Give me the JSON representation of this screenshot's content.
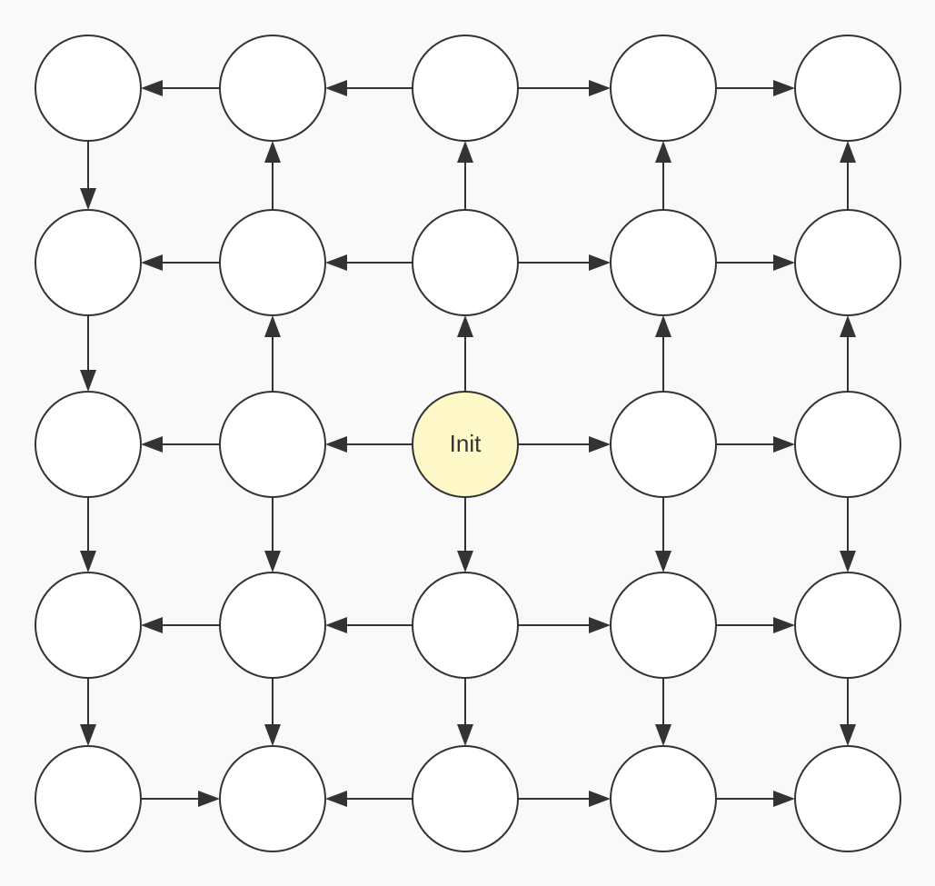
{
  "diagram": {
    "rows": 5,
    "cols": 5,
    "colors": {
      "node_fill": "#ffffff",
      "highlight_fill": "#fff9c9",
      "stroke": "#333333",
      "background": "#f9f9f9"
    },
    "nodes": [
      {
        "id": "n-0-0",
        "row": 0,
        "col": 0,
        "label": ""
      },
      {
        "id": "n-0-1",
        "row": 0,
        "col": 1,
        "label": ""
      },
      {
        "id": "n-0-2",
        "row": 0,
        "col": 2,
        "label": ""
      },
      {
        "id": "n-0-3",
        "row": 0,
        "col": 3,
        "label": ""
      },
      {
        "id": "n-0-4",
        "row": 0,
        "col": 4,
        "label": ""
      },
      {
        "id": "n-1-0",
        "row": 1,
        "col": 0,
        "label": ""
      },
      {
        "id": "n-1-1",
        "row": 1,
        "col": 1,
        "label": ""
      },
      {
        "id": "n-1-2",
        "row": 1,
        "col": 2,
        "label": ""
      },
      {
        "id": "n-1-3",
        "row": 1,
        "col": 3,
        "label": ""
      },
      {
        "id": "n-1-4",
        "row": 1,
        "col": 4,
        "label": ""
      },
      {
        "id": "n-2-0",
        "row": 2,
        "col": 0,
        "label": ""
      },
      {
        "id": "n-2-1",
        "row": 2,
        "col": 1,
        "label": ""
      },
      {
        "id": "n-2-2",
        "row": 2,
        "col": 2,
        "label": "Init",
        "highlight": true
      },
      {
        "id": "n-2-3",
        "row": 2,
        "col": 3,
        "label": ""
      },
      {
        "id": "n-2-4",
        "row": 2,
        "col": 4,
        "label": ""
      },
      {
        "id": "n-3-0",
        "row": 3,
        "col": 0,
        "label": ""
      },
      {
        "id": "n-3-1",
        "row": 3,
        "col": 1,
        "label": ""
      },
      {
        "id": "n-3-2",
        "row": 3,
        "col": 2,
        "label": ""
      },
      {
        "id": "n-3-3",
        "row": 3,
        "col": 3,
        "label": ""
      },
      {
        "id": "n-3-4",
        "row": 3,
        "col": 4,
        "label": ""
      },
      {
        "id": "n-4-0",
        "row": 4,
        "col": 0,
        "label": ""
      },
      {
        "id": "n-4-1",
        "row": 4,
        "col": 1,
        "label": ""
      },
      {
        "id": "n-4-2",
        "row": 4,
        "col": 2,
        "label": ""
      },
      {
        "id": "n-4-3",
        "row": 4,
        "col": 3,
        "label": ""
      },
      {
        "id": "n-4-4",
        "row": 4,
        "col": 4,
        "label": ""
      }
    ],
    "edges": [
      {
        "from": "n-0-1",
        "to": "n-0-0"
      },
      {
        "from": "n-0-2",
        "to": "n-0-1"
      },
      {
        "from": "n-0-2",
        "to": "n-0-3"
      },
      {
        "from": "n-0-3",
        "to": "n-0-4"
      },
      {
        "from": "n-1-1",
        "to": "n-1-0"
      },
      {
        "from": "n-1-2",
        "to": "n-1-1"
      },
      {
        "from": "n-1-2",
        "to": "n-1-3"
      },
      {
        "from": "n-1-3",
        "to": "n-1-4"
      },
      {
        "from": "n-2-1",
        "to": "n-2-0"
      },
      {
        "from": "n-2-2",
        "to": "n-2-1"
      },
      {
        "from": "n-2-2",
        "to": "n-2-3"
      },
      {
        "from": "n-2-3",
        "to": "n-2-4"
      },
      {
        "from": "n-3-1",
        "to": "n-3-0"
      },
      {
        "from": "n-3-2",
        "to": "n-3-1"
      },
      {
        "from": "n-3-2",
        "to": "n-3-3"
      },
      {
        "from": "n-3-3",
        "to": "n-3-4"
      },
      {
        "from": "n-4-0",
        "to": "n-4-1"
      },
      {
        "from": "n-4-2",
        "to": "n-4-1"
      },
      {
        "from": "n-4-2",
        "to": "n-4-3"
      },
      {
        "from": "n-4-3",
        "to": "n-4-4"
      },
      {
        "from": "n-0-0",
        "to": "n-1-0"
      },
      {
        "from": "n-1-0",
        "to": "n-2-0"
      },
      {
        "from": "n-2-0",
        "to": "n-3-0"
      },
      {
        "from": "n-3-0",
        "to": "n-4-0"
      },
      {
        "from": "n-1-1",
        "to": "n-0-1"
      },
      {
        "from": "n-2-1",
        "to": "n-1-1"
      },
      {
        "from": "n-2-1",
        "to": "n-3-1"
      },
      {
        "from": "n-3-1",
        "to": "n-4-1"
      },
      {
        "from": "n-1-2",
        "to": "n-0-2"
      },
      {
        "from": "n-2-2",
        "to": "n-1-2"
      },
      {
        "from": "n-2-2",
        "to": "n-3-2"
      },
      {
        "from": "n-3-2",
        "to": "n-4-2"
      },
      {
        "from": "n-1-3",
        "to": "n-0-3"
      },
      {
        "from": "n-2-3",
        "to": "n-1-3"
      },
      {
        "from": "n-2-3",
        "to": "n-3-3"
      },
      {
        "from": "n-3-3",
        "to": "n-4-3"
      },
      {
        "from": "n-1-4",
        "to": "n-0-4"
      },
      {
        "from": "n-2-4",
        "to": "n-1-4"
      },
      {
        "from": "n-2-4",
        "to": "n-3-4"
      },
      {
        "from": "n-3-4",
        "to": "n-4-4"
      }
    ]
  }
}
